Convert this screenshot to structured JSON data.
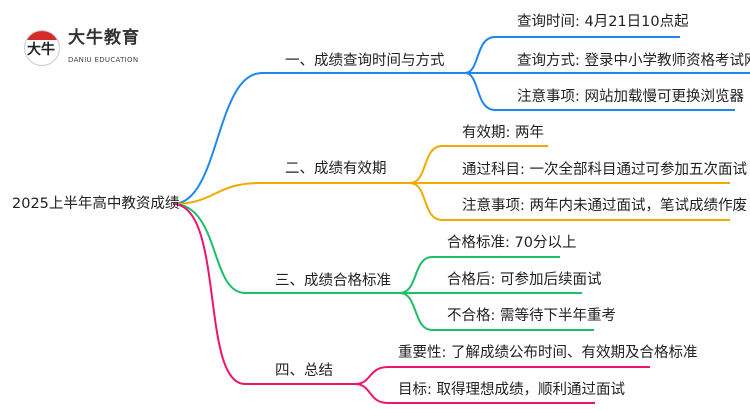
{
  "logo": {
    "glyph": "大牛",
    "name": "大牛教育",
    "subtitle": "DANIU EDUCATION"
  },
  "root": "2025上半年高中教资成绩",
  "colors": {
    "blue": "#1e87f0",
    "orange": "#f2a900",
    "green": "#1cbf6a",
    "pink": "#f0146e"
  },
  "branches": [
    {
      "label": "一、成绩查询时间与方式",
      "children": [
        "查询时间: 4月21日10点起",
        "查询方式: 登录中小学教师资格考试网",
        "注意事项: 网站加载慢可更换浏览器"
      ]
    },
    {
      "label": "二、成绩有效期",
      "children": [
        "有效期: 两年",
        "通过科目: 一次全部科目通过可参加五次面试",
        "注意事项: 两年内未通过面试，笔试成绩作废"
      ]
    },
    {
      "label": "三、成绩合格标准",
      "children": [
        "合格标准: 70分以上",
        "合格后: 可参加后续面试",
        "不合格: 需等待下半年重考"
      ]
    },
    {
      "label": "四、总结",
      "children": [
        "重要性: 了解成绩公布时间、有效期及合格标准",
        "目标: 取得理想成绩，顺利通过面试"
      ]
    }
  ]
}
